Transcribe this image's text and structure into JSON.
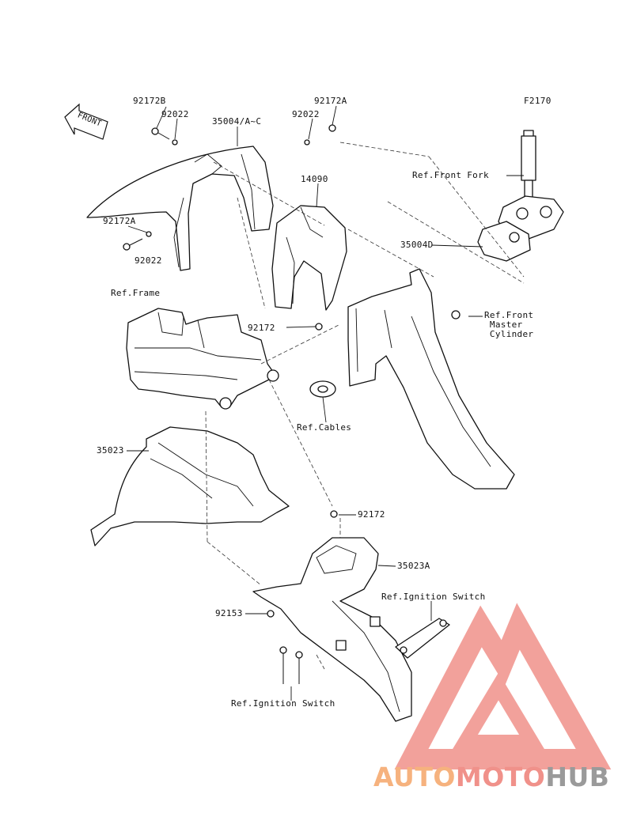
{
  "figure_code": "F2170",
  "front_marker": "FRONT",
  "callouts": {
    "c_92172B": "92172B",
    "c_92022_top_left": "92022",
    "c_35004_AC": "35004/A~C",
    "c_92022_top_right": "92022",
    "c_92172A_top": "92172A",
    "c_14090": "14090",
    "c_92172A_left": "92172A",
    "c_92022_left": "92022",
    "c_35004D": "35004D",
    "c_92172_mid": "92172",
    "c_35023": "35023",
    "c_92172_low": "92172",
    "c_35023A": "35023A",
    "c_92153": "92153"
  },
  "references": {
    "ref_front_fork": "Ref.Front Fork",
    "ref_frame": "Ref.Frame",
    "ref_front_master_cylinder": "Ref.Front\n Master\n Cylinder",
    "ref_cables": "Ref.Cables",
    "ref_ignition_switch_right": "Ref.Ignition Switch",
    "ref_ignition_switch_bottom": "Ref.Ignition Switch"
  },
  "watermark": {
    "part_auto": "AUTO",
    "part_moto": "MOTO",
    "part_hub": "HUB",
    "colors": {
      "auto": "#f6b27e",
      "moto": "#f0918a",
      "hub": "#9a9a9a",
      "triangle": "#f0918a"
    }
  }
}
